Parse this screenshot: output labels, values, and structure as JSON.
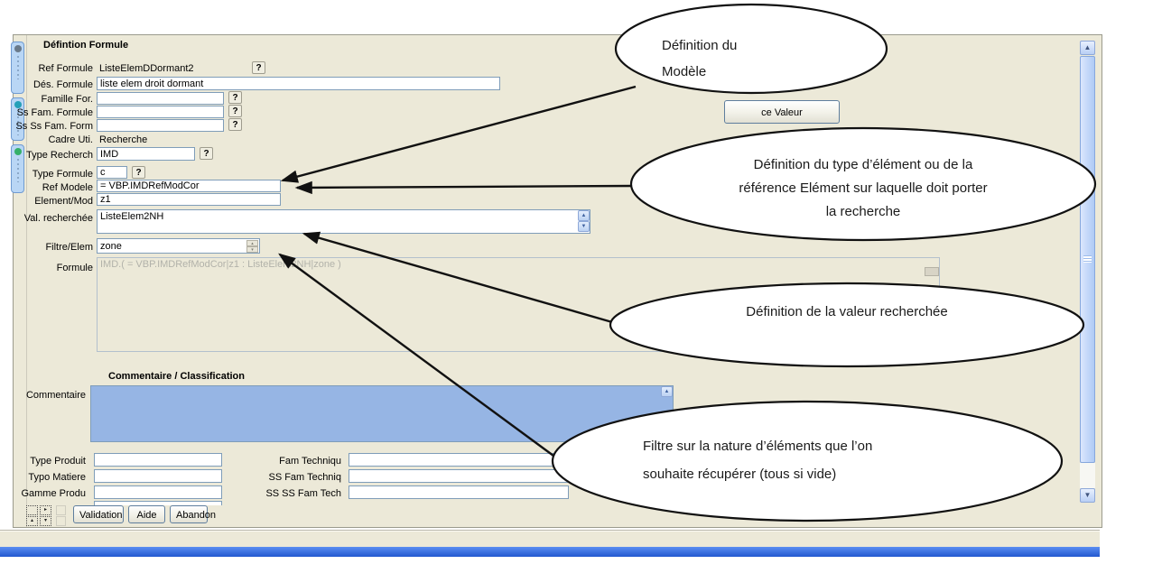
{
  "titles": {
    "form_section": "Défintion Formule",
    "comment_section": "Commentaire / Classification"
  },
  "fields": {
    "ref_formule": {
      "label": "Ref Formule",
      "value": "ListeElemDDormant2"
    },
    "des_formule": {
      "label": "Dés. Formule",
      "value": "liste elem droit dormant"
    },
    "famille_for": {
      "label": "Famille For.",
      "value": ""
    },
    "ss_fam_formule": {
      "label": "Ss Fam. Formule",
      "value": ""
    },
    "ss_ss_fam_form": {
      "label": "Ss Ss Fam. Form",
      "value": ""
    },
    "cadre_uti": {
      "label": "Cadre Uti.",
      "value": "Recherche"
    },
    "type_recherch": {
      "label": "Type Recherch",
      "value": "IMD"
    },
    "type_formule": {
      "label": "Type Formule",
      "value": "c"
    },
    "ref_modele": {
      "label": "Ref Modele",
      "value": "= VBP.IMDRefModCor"
    },
    "element_mod": {
      "label": "Element/Mod",
      "value": "z1"
    },
    "val_recherchee": {
      "label": "Val. recherchée",
      "value": "ListeElem2NH"
    },
    "filtre_elem": {
      "label": "Filtre/Elem",
      "value": "zone"
    },
    "formule": {
      "label": "Formule",
      "value": "IMD.( = VBP.IMDRefModCor|z1 : ListeElem2NH|zone )"
    },
    "commentaire": {
      "label": "Commentaire",
      "value": ""
    },
    "type_produit": {
      "label": "Type Produit",
      "value": ""
    },
    "typo_matiere": {
      "label": "Typo Matiere",
      "value": ""
    },
    "gamme_produ": {
      "label": "Gamme Produ",
      "value": ""
    },
    "fam_techniqu": {
      "label": "Fam Techniqu",
      "value": ""
    },
    "ss_fam_techniq": {
      "label": "SS Fam Techniq",
      "value": ""
    },
    "ss_ss_fam_tech": {
      "label": "SS SS Fam Tech",
      "value": ""
    }
  },
  "help_button_label": "?",
  "partial_button": {
    "label": "ce Valeur"
  },
  "buttons": {
    "validation": "Validation",
    "aide": "Aide",
    "abandon": "Abandon"
  },
  "icons": {
    "up": "▴",
    "down": "▾",
    "right": "▸",
    "scroll_up": "▲",
    "scroll_down": "▼",
    "blank": ""
  },
  "callouts": [
    {
      "lines": [
        "Définition du",
        "Modèle"
      ]
    },
    {
      "lines": [
        "Définition du type d’élément ou de la",
        "référence Elément sur laquelle doit porter",
        "la recherche"
      ]
    },
    {
      "lines": [
        "Définition de la valeur recherchée"
      ]
    },
    {
      "lines": [
        "Filtre sur la nature d’éléments que l’on",
        "souhaite récupérer (tous si vide)"
      ]
    }
  ],
  "colors": {
    "panel_bg": "#ece9d8",
    "input_border": "#7f9db9",
    "comment_fill": "#96b5e4",
    "taskbar_blue": "#2f6fe0",
    "disabled_text": "#b2b2aa",
    "callout_stroke": "#111111"
  }
}
